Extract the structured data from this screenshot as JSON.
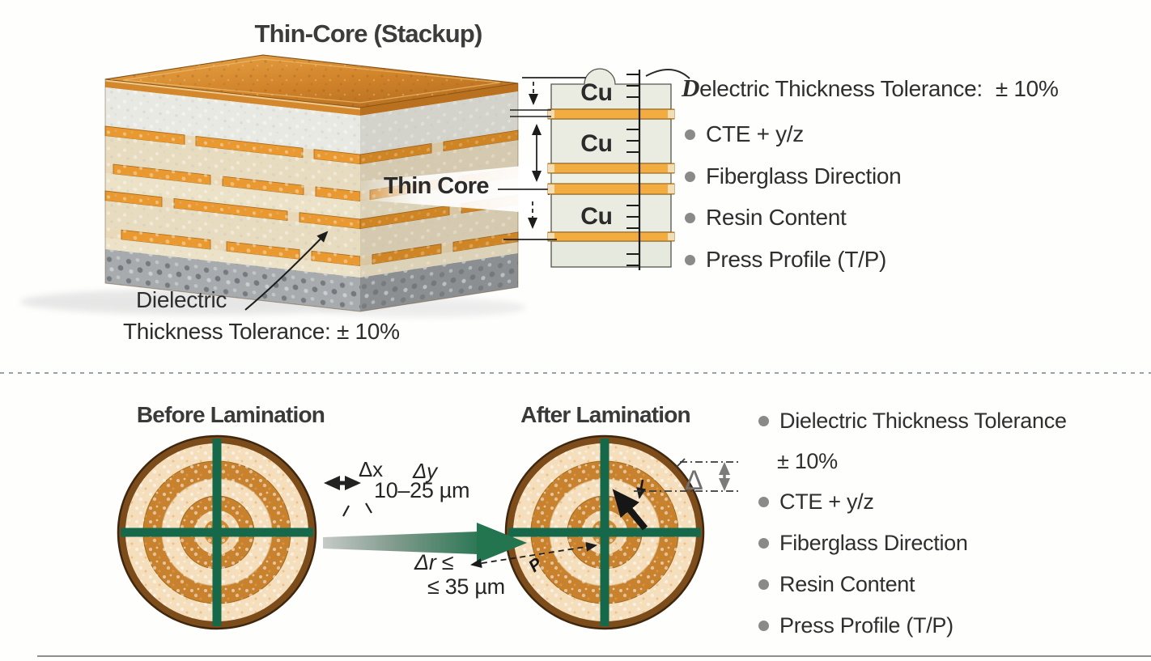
{
  "colors": {
    "copper": "#d9892f",
    "cream": "#e7dcc0",
    "stone_gray": "#a7abae",
    "cross_green": "#15694a",
    "ring_orange": "#c8812d",
    "ring_cream": "#f4debc",
    "rim_brown": "#7d4c1b",
    "arrow_green": "#23764f",
    "bullet_gray": "#8a8a8a",
    "text": "#2f2f2f"
  },
  "top": {
    "title": "Thin-Core (Stackup)",
    "thin_core_label": "Thin Core",
    "cu": [
      "Cu",
      "Cu",
      "Cu"
    ],
    "tolerance_heading": {
      "lead": "D",
      "rest": "electric Thickness Tolerance:",
      "value": "± 10%"
    },
    "bullets": [
      "CTE + y/z",
      "Fiberglass Direction",
      "Resin Content",
      "Press Profile (T/P)"
    ],
    "note_line1": "Dielectric",
    "note_line2": "Thickness Tolerance: ± 10%"
  },
  "bottom": {
    "before_title": "Before Lamination",
    "after_title": "After Lamination",
    "dx": "Δx",
    "dy": "Δy",
    "shift_range": "10–25 µm",
    "dr": "Δr ≤",
    "dr_value": "≤ 35 µm",
    "delta": "Δ",
    "p": "P",
    "bullets": [
      {
        "l1": "Dielectric Thickness Tolerance",
        "l2": "± 10%"
      },
      {
        "l1": "CTE + y/z"
      },
      {
        "l1": "Fiberglass Direction"
      },
      {
        "l1": "Resin Content"
      },
      {
        "l1": "Press Profile (T/P)"
      }
    ]
  }
}
